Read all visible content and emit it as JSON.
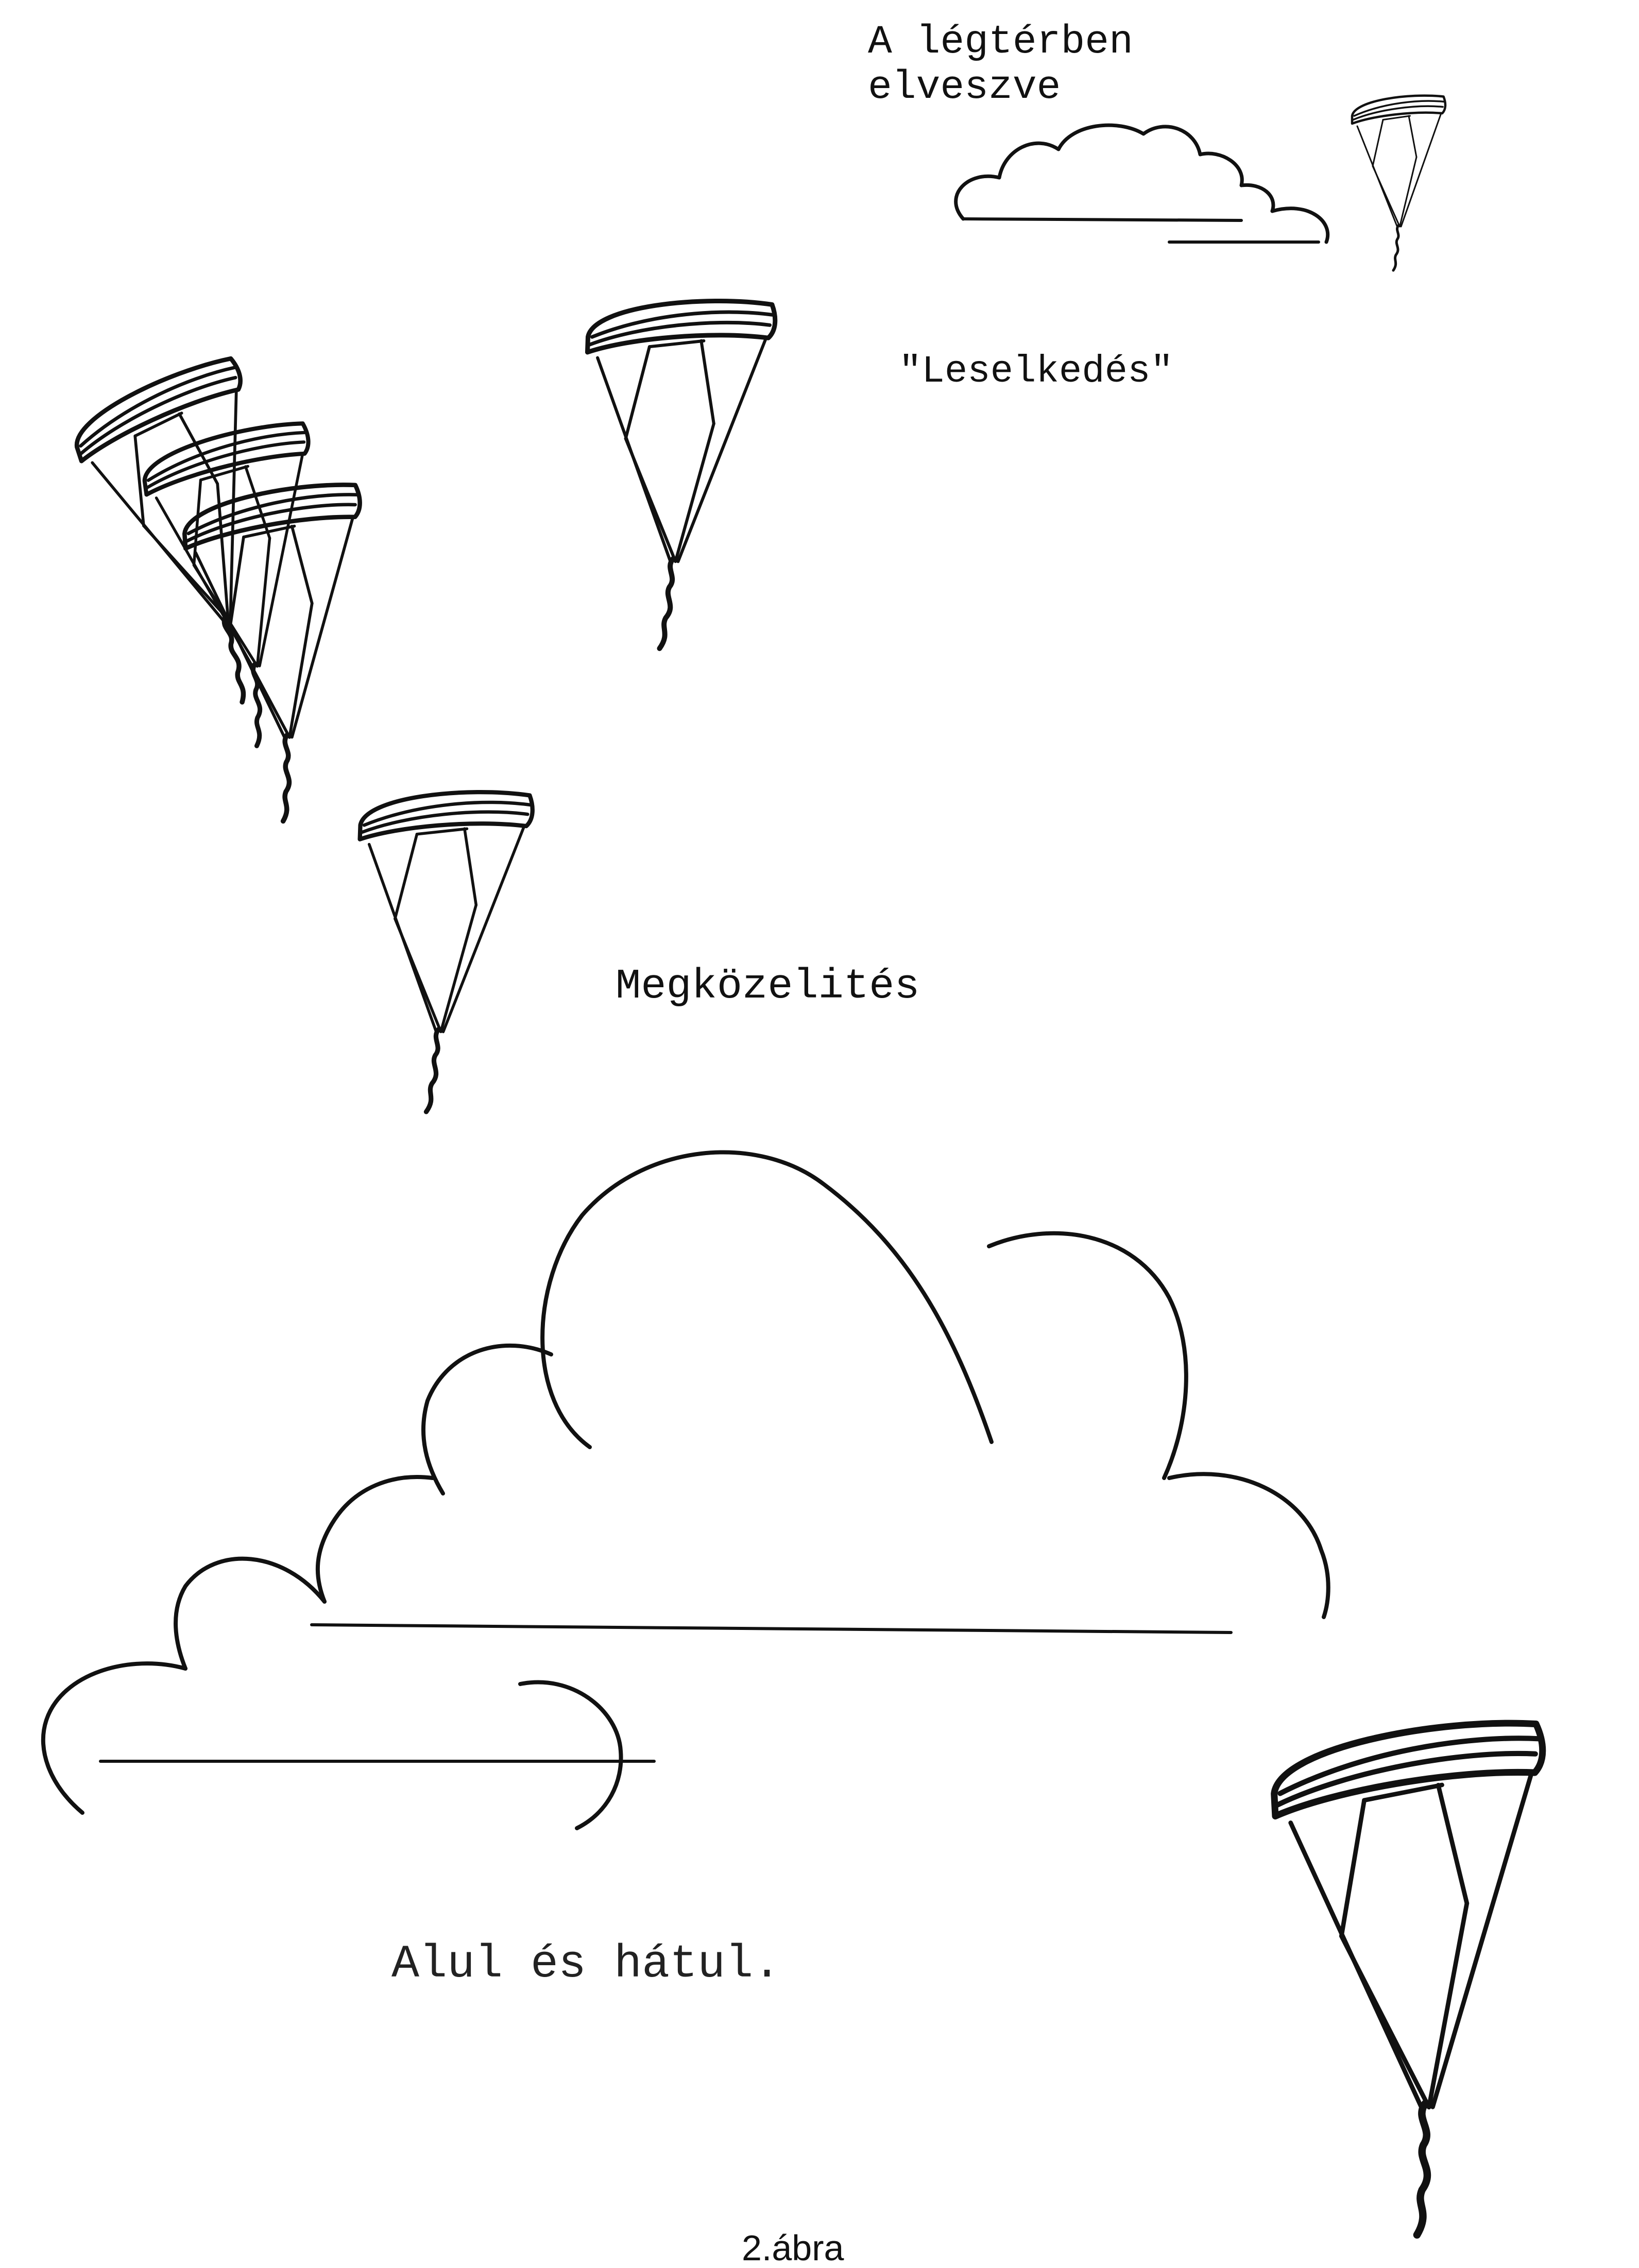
{
  "labels": {
    "lost_line1": "A légtérben",
    "lost_line2": "elveszve",
    "spying": "\"Leselkedés\"",
    "approach": "Megközelités",
    "below_behind": "Alul és hátul.",
    "figure": "2.ábra"
  },
  "colors": {
    "ink": "#111111",
    "paper": "#ffffff"
  }
}
